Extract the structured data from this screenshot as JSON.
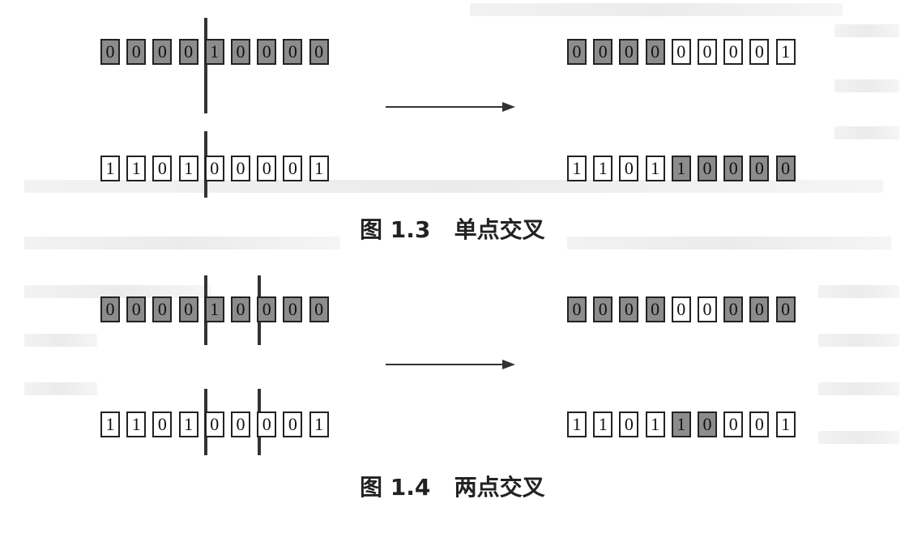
{
  "figure_1_3": {
    "caption": "图 1.3   单点交叉",
    "parent_a": [
      "0",
      "0",
      "0",
      "0",
      "1",
      "0",
      "0",
      "0",
      "0"
    ],
    "parent_b": [
      "1",
      "1",
      "0",
      "1",
      "0",
      "0",
      "0",
      "0",
      "1"
    ],
    "child_a": [
      "0",
      "0",
      "0",
      "0",
      "0",
      "0",
      "0",
      "0",
      "1"
    ],
    "child_b": [
      "1",
      "1",
      "0",
      "1",
      "1",
      "0",
      "0",
      "0",
      "0"
    ],
    "parent_a_shaded": [
      1,
      1,
      1,
      1,
      1,
      1,
      1,
      1,
      1
    ],
    "parent_b_shaded": [
      0,
      0,
      0,
      0,
      0,
      0,
      0,
      0,
      0
    ],
    "child_a_shaded": [
      1,
      1,
      1,
      1,
      0,
      0,
      0,
      0,
      0
    ],
    "child_b_shaded": [
      0,
      0,
      0,
      0,
      1,
      1,
      1,
      1,
      1
    ]
  },
  "figure_1_4": {
    "caption": "图 1.4   两点交叉",
    "parent_a": [
      "0",
      "0",
      "0",
      "0",
      "1",
      "0",
      "0",
      "0",
      "0"
    ],
    "parent_b": [
      "1",
      "1",
      "0",
      "1",
      "0",
      "0",
      "0",
      "0",
      "1"
    ],
    "child_a": [
      "0",
      "0",
      "0",
      "0",
      "0",
      "0",
      "0",
      "0",
      "0"
    ],
    "child_b": [
      "1",
      "1",
      "0",
      "1",
      "1",
      "0",
      "0",
      "0",
      "1"
    ],
    "parent_a_shaded": [
      1,
      1,
      1,
      1,
      1,
      1,
      1,
      1,
      1
    ],
    "parent_b_shaded": [
      0,
      0,
      0,
      0,
      0,
      0,
      0,
      0,
      0
    ],
    "child_a_shaded": [
      1,
      1,
      1,
      1,
      0,
      0,
      1,
      1,
      1
    ],
    "child_b_shaded": [
      0,
      0,
      0,
      0,
      1,
      1,
      0,
      0,
      0
    ]
  },
  "colors": {
    "shaded": "#8c8c8c",
    "plain": "#ffffff",
    "ink": "#222222"
  }
}
